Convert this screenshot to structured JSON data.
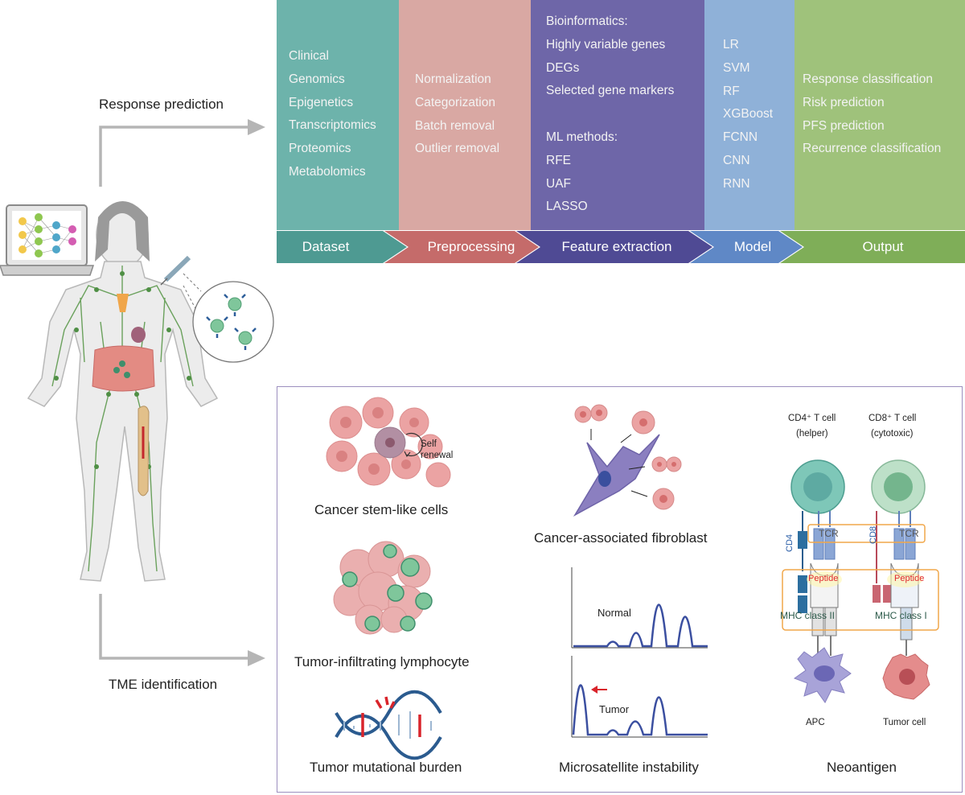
{
  "response_prediction_label": "Response prediction",
  "tme_identification_label": "TME identification",
  "pipeline": [
    {
      "stage": "Dataset",
      "color": "#6db3ab",
      "arrow_color": "#4e9a92",
      "items": [
        "Clinical",
        "Genomics",
        "Epigenetics",
        "Transcriptomics",
        "Proteomics",
        "Metabolomics"
      ]
    },
    {
      "stage": "Preprocessing",
      "color": "#d9a8a3",
      "arrow_color": "#c56b6a",
      "items": [
        "Normalization",
        "Categorization",
        "Batch removal",
        "Outlier removal"
      ]
    },
    {
      "stage": "Feature extraction",
      "color": "#6e66a8",
      "arrow_color": "#4f4a94",
      "items": [
        "Bioinformatics:",
        "Highly variable genes",
        "DEGs",
        "Selected gene markers",
        "",
        "ML methods:",
        "RFE",
        "UAF",
        "LASSO"
      ]
    },
    {
      "stage": "Model",
      "color": "#8fb1d8",
      "arrow_color": "#5f88c6",
      "items": [
        "LR",
        "SVM",
        "RF",
        "XGBoost",
        "FCNN",
        "CNN",
        "RNN"
      ]
    },
    {
      "stage": "Output",
      "color": "#9fc27b",
      "arrow_color": "#7fae58",
      "items": [
        "Response classification",
        "Risk prediction",
        "PFS prediction",
        "Recurrence classification"
      ]
    }
  ],
  "tme": {
    "stem": {
      "caption": "Cancer stem-like cells",
      "note_line1": "Self",
      "note_line2": "renewal"
    },
    "til": {
      "caption": "Tumor-infiltrating lymphocyte"
    },
    "tmb": {
      "caption": "Tumor mutational burden"
    },
    "caf": {
      "caption": "Cancer-associated fibroblast"
    },
    "msi": {
      "caption": "Microsatellite instability",
      "normal_label": "Normal",
      "tumor_label": "Tumor"
    },
    "neoantigen": {
      "caption": "Neoantigen",
      "cd4_title": "CD4⁺ T cell",
      "cd4_sub": "(helper)",
      "cd8_title": "CD8⁺ T cell",
      "cd8_sub": "(cytotoxic)",
      "tcr": "TCR",
      "cd4": "CD4",
      "cd8": "CD8",
      "peptide": "Peptide",
      "mhc2": "MHC class II",
      "mhc1": "MHC class I",
      "apc": "APC",
      "tumor_cell": "Tumor cell"
    }
  },
  "colors": {
    "arrow_gray": "#b5b5b5",
    "panel_border": "#9c8fbf",
    "lymph_green": "#6aa15c",
    "red_mark": "#d9242b"
  }
}
